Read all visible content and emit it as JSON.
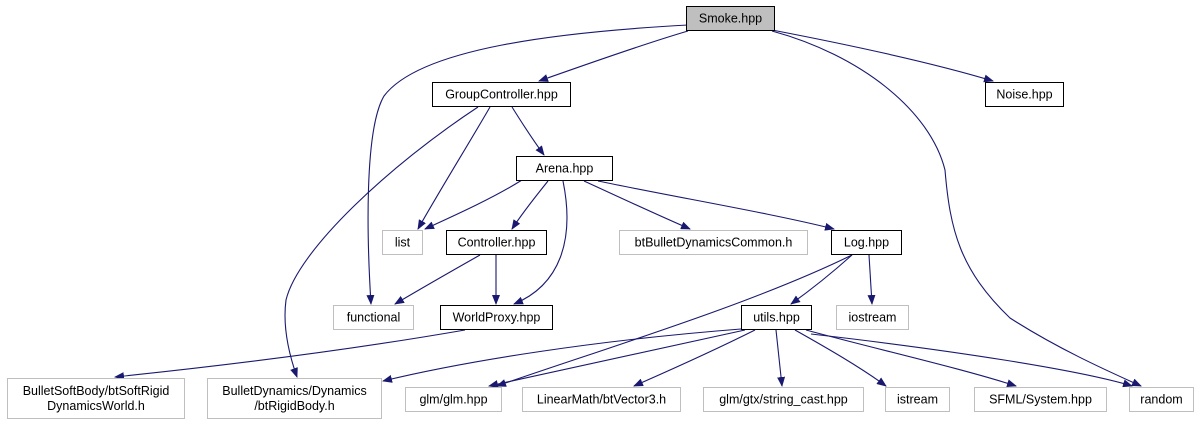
{
  "colors": {
    "edge": "#191970",
    "root_fill": "#bfbfbf",
    "node_border": "#000000",
    "external_border": "#bfbfbf"
  },
  "nodes": {
    "smoke": {
      "lines": [
        "Smoke.hpp"
      ],
      "kind": "root"
    },
    "group": {
      "lines": [
        "GroupController.hpp"
      ],
      "kind": "file"
    },
    "noise": {
      "lines": [
        "Noise.hpp"
      ],
      "kind": "file"
    },
    "arena": {
      "lines": [
        "Arena.hpp"
      ],
      "kind": "file"
    },
    "list": {
      "lines": [
        "list"
      ],
      "kind": "external"
    },
    "controller": {
      "lines": [
        "Controller.hpp"
      ],
      "kind": "file"
    },
    "btbullet": {
      "lines": [
        "btBulletDynamicsCommon.h"
      ],
      "kind": "external"
    },
    "log": {
      "lines": [
        "Log.hpp"
      ],
      "kind": "file"
    },
    "functional": {
      "lines": [
        "functional"
      ],
      "kind": "external"
    },
    "worldproxy": {
      "lines": [
        "WorldProxy.hpp"
      ],
      "kind": "file"
    },
    "utils": {
      "lines": [
        "utils.hpp"
      ],
      "kind": "file"
    },
    "iostream": {
      "lines": [
        "iostream"
      ],
      "kind": "external"
    },
    "softbody": {
      "lines": [
        "BulletSoftBody/btSoftRigid",
        "DynamicsWorld.h"
      ],
      "kind": "external"
    },
    "rigidbody": {
      "lines": [
        "BulletDynamics/Dynamics",
        "/btRigidBody.h"
      ],
      "kind": "external"
    },
    "glm": {
      "lines": [
        "glm/glm.hpp"
      ],
      "kind": "external"
    },
    "vector3": {
      "lines": [
        "LinearMath/btVector3.h"
      ],
      "kind": "external"
    },
    "stringcast": {
      "lines": [
        "glm/gtx/string_cast.hpp"
      ],
      "kind": "external"
    },
    "istream": {
      "lines": [
        "istream"
      ],
      "kind": "external"
    },
    "sfml": {
      "lines": [
        "SFML/System.hpp"
      ],
      "kind": "external"
    },
    "random": {
      "lines": [
        "random"
      ],
      "kind": "external"
    }
  },
  "edges": [
    [
      "smoke",
      "group"
    ],
    [
      "smoke",
      "functional"
    ],
    [
      "smoke",
      "random"
    ],
    [
      "smoke",
      "noise"
    ],
    [
      "group",
      "arena"
    ],
    [
      "group",
      "list"
    ],
    [
      "group",
      "rigidbody"
    ],
    [
      "arena",
      "list"
    ],
    [
      "arena",
      "controller"
    ],
    [
      "arena",
      "worldproxy"
    ],
    [
      "arena",
      "btbullet"
    ],
    [
      "arena",
      "log"
    ],
    [
      "controller",
      "functional"
    ],
    [
      "controller",
      "worldproxy"
    ],
    [
      "worldproxy",
      "softbody"
    ],
    [
      "log",
      "glm"
    ],
    [
      "log",
      "utils"
    ],
    [
      "log",
      "iostream"
    ],
    [
      "utils",
      "rigidbody"
    ],
    [
      "utils",
      "glm"
    ],
    [
      "utils",
      "vector3"
    ],
    [
      "utils",
      "stringcast"
    ],
    [
      "utils",
      "istream"
    ],
    [
      "utils",
      "sfml"
    ],
    [
      "utils",
      "random"
    ]
  ]
}
